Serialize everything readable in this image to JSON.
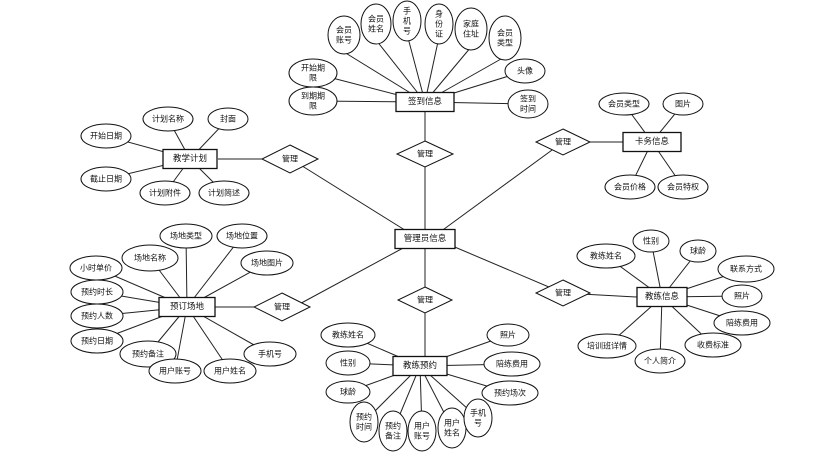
{
  "diagram": {
    "entities": {
      "admin": "管理员信息",
      "checkin": "签到信息",
      "card": "卡务信息",
      "coach": "教练信息",
      "booking": "教练预约",
      "venue": "预订场地",
      "plan": "教学计划"
    },
    "relations": {
      "checkin": "管理",
      "card": "管理",
      "coach": "管理",
      "booking": "管理",
      "venue": "管理",
      "plan": "管理"
    },
    "attributes": {
      "checkin": [
        "会员账号",
        "会员姓名",
        "手机号",
        "身份证",
        "家庭住址",
        "会员类型",
        "开始期限",
        "到期期限",
        "头像",
        "签到时间"
      ],
      "card": [
        "会员类型",
        "图片",
        "会员价格",
        "会员特权"
      ],
      "plan": [
        "开始日期",
        "计划名称",
        "封面",
        "截止日期",
        "计划附件",
        "计划简述"
      ],
      "venue": [
        "场地类型",
        "场地位置",
        "小时单价",
        "场地名称",
        "场地图片",
        "预约时长",
        "预约人数",
        "预约日期",
        "预约备注",
        "手机号",
        "用户账号",
        "用户姓名"
      ],
      "coach": [
        "性别",
        "教练姓名",
        "球龄",
        "联系方式",
        "照片",
        "陪练费用",
        "培训班详情",
        "收费标准",
        "个人简介"
      ],
      "booking": [
        "教练姓名",
        "照片",
        "性别",
        "陪练费用",
        "球龄",
        "预约场次",
        "预约时间",
        "预约备注",
        "用户账号",
        "用户姓名",
        "手机号"
      ]
    }
  }
}
